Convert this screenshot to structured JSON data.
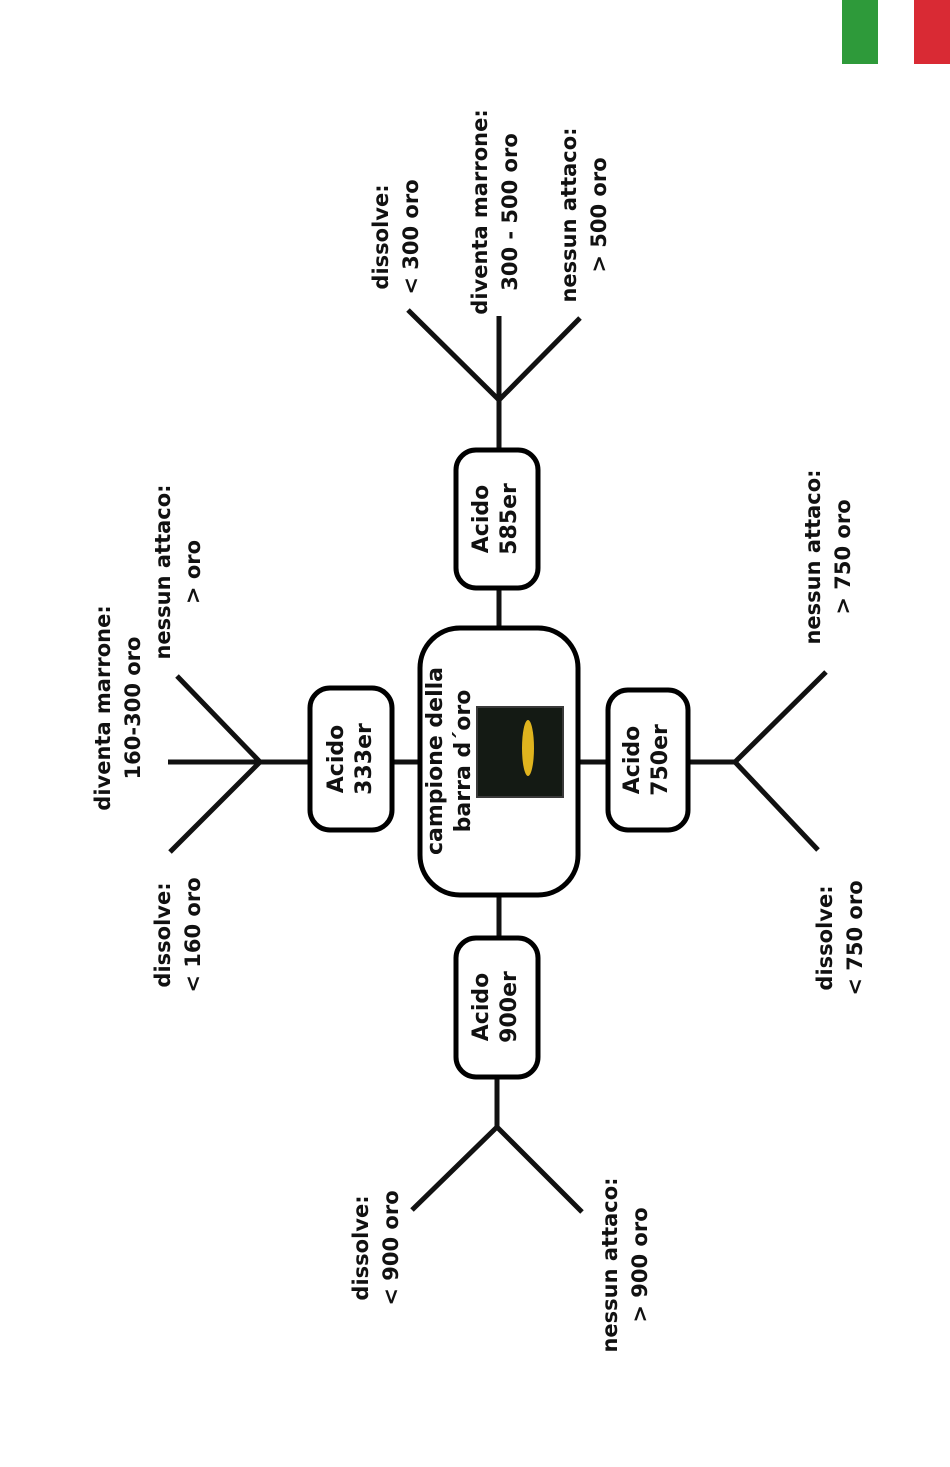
{
  "flag": {
    "colors": [
      "#2e9a3a",
      "#ffffff",
      "#d92a34"
    ]
  },
  "center": {
    "line1": "campione della",
    "line2": "barra d´oro"
  },
  "acid_333": {
    "line1": "Acido",
    "line2": "333er"
  },
  "acid_585": {
    "line1": "Acido",
    "line2": "585er"
  },
  "acid_750": {
    "line1": "Acido",
    "line2": "750er"
  },
  "acid_900": {
    "line1": "Acido",
    "line2": "900er"
  },
  "outcomes_333": {
    "turns_brown": {
      "line1": "diventa marrone:",
      "line2": "160-300 oro"
    },
    "dissolves": {
      "line1": "dissolve:",
      "line2": "< 160 oro"
    },
    "no_attack": {
      "line1": "nessun attaco:",
      "line2": "> oro"
    }
  },
  "outcomes_585": {
    "dissolves": {
      "line1": "dissolve:",
      "line2": "< 300 oro"
    },
    "turns_brown": {
      "line1": "diventa marrone:",
      "line2": "300 - 500 oro"
    },
    "no_attack": {
      "line1": "nessun attaco:",
      "line2": "> 500 oro"
    }
  },
  "outcomes_750": {
    "no_attack": {
      "line1": "nessun attaco:",
      "line2": "> 750 oro"
    },
    "dissolves": {
      "line1": "dissolve:",
      "line2": "< 750 oro"
    }
  },
  "outcomes_900": {
    "dissolves": {
      "line1": "dissolve:",
      "line2": "< 900 oro"
    },
    "no_attack": {
      "line1": "nessun attaco:",
      "line2": "> 900 oro"
    }
  }
}
